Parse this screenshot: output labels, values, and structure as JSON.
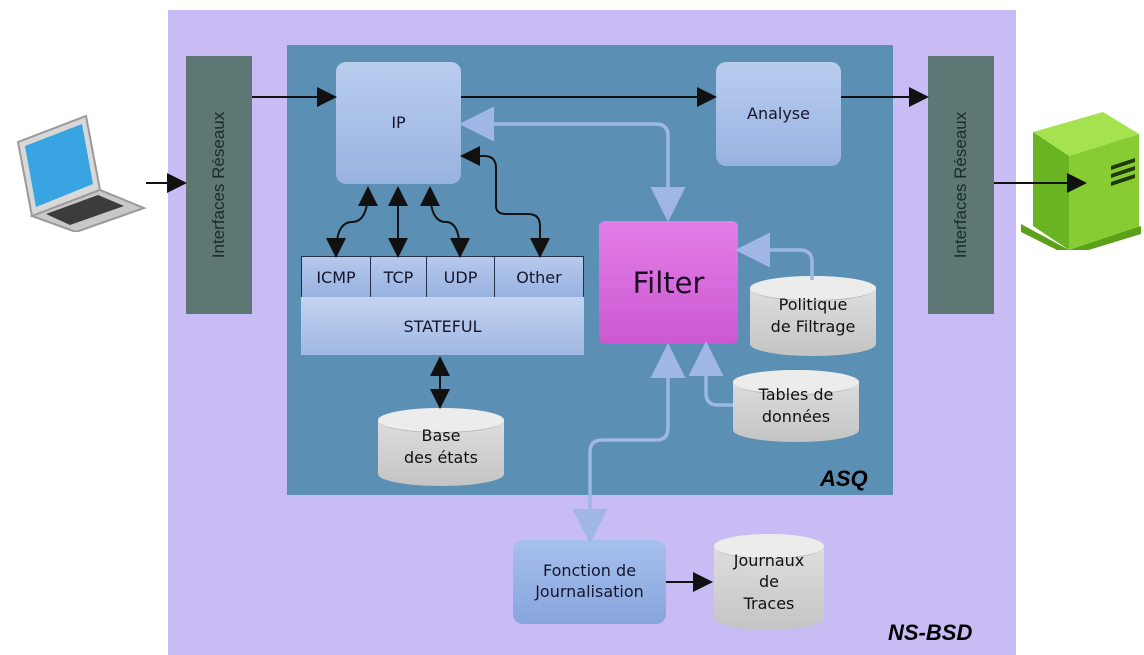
{
  "labels": {
    "interfaces_left": "Interfaces Réseaux",
    "interfaces_right": "Interfaces Réseaux",
    "ip": "IP",
    "analyse": "Analyse",
    "icmp": "ICMP",
    "tcp": "TCP",
    "udp": "UDP",
    "other": "Other",
    "stateful": "STATEFUL",
    "base_line1": "Base",
    "base_line2": "des états",
    "filter": "Filter",
    "politique_line1": "Politique",
    "politique_line2": "de Filtrage",
    "tables_line1": "Tables de",
    "tables_line2": "données",
    "journalisation_line1": "Fonction de",
    "journalisation_line2": "Journalisation",
    "journaux_line1": "Journaux",
    "journaux_line2": "de",
    "journaux_line3": "Traces",
    "asq": "ASQ",
    "nsbsd": "NS-BSD"
  },
  "colors": {
    "outer_bg": "#c9bcf5",
    "asq_bg": "#5b8fb4",
    "interface_bar": "#5d7874",
    "filter": "#d466da",
    "arrow_light": "#9fb6e6",
    "arrow_dark": "#111111"
  },
  "icons": {
    "client": "laptop-icon",
    "server": "server-icon"
  }
}
